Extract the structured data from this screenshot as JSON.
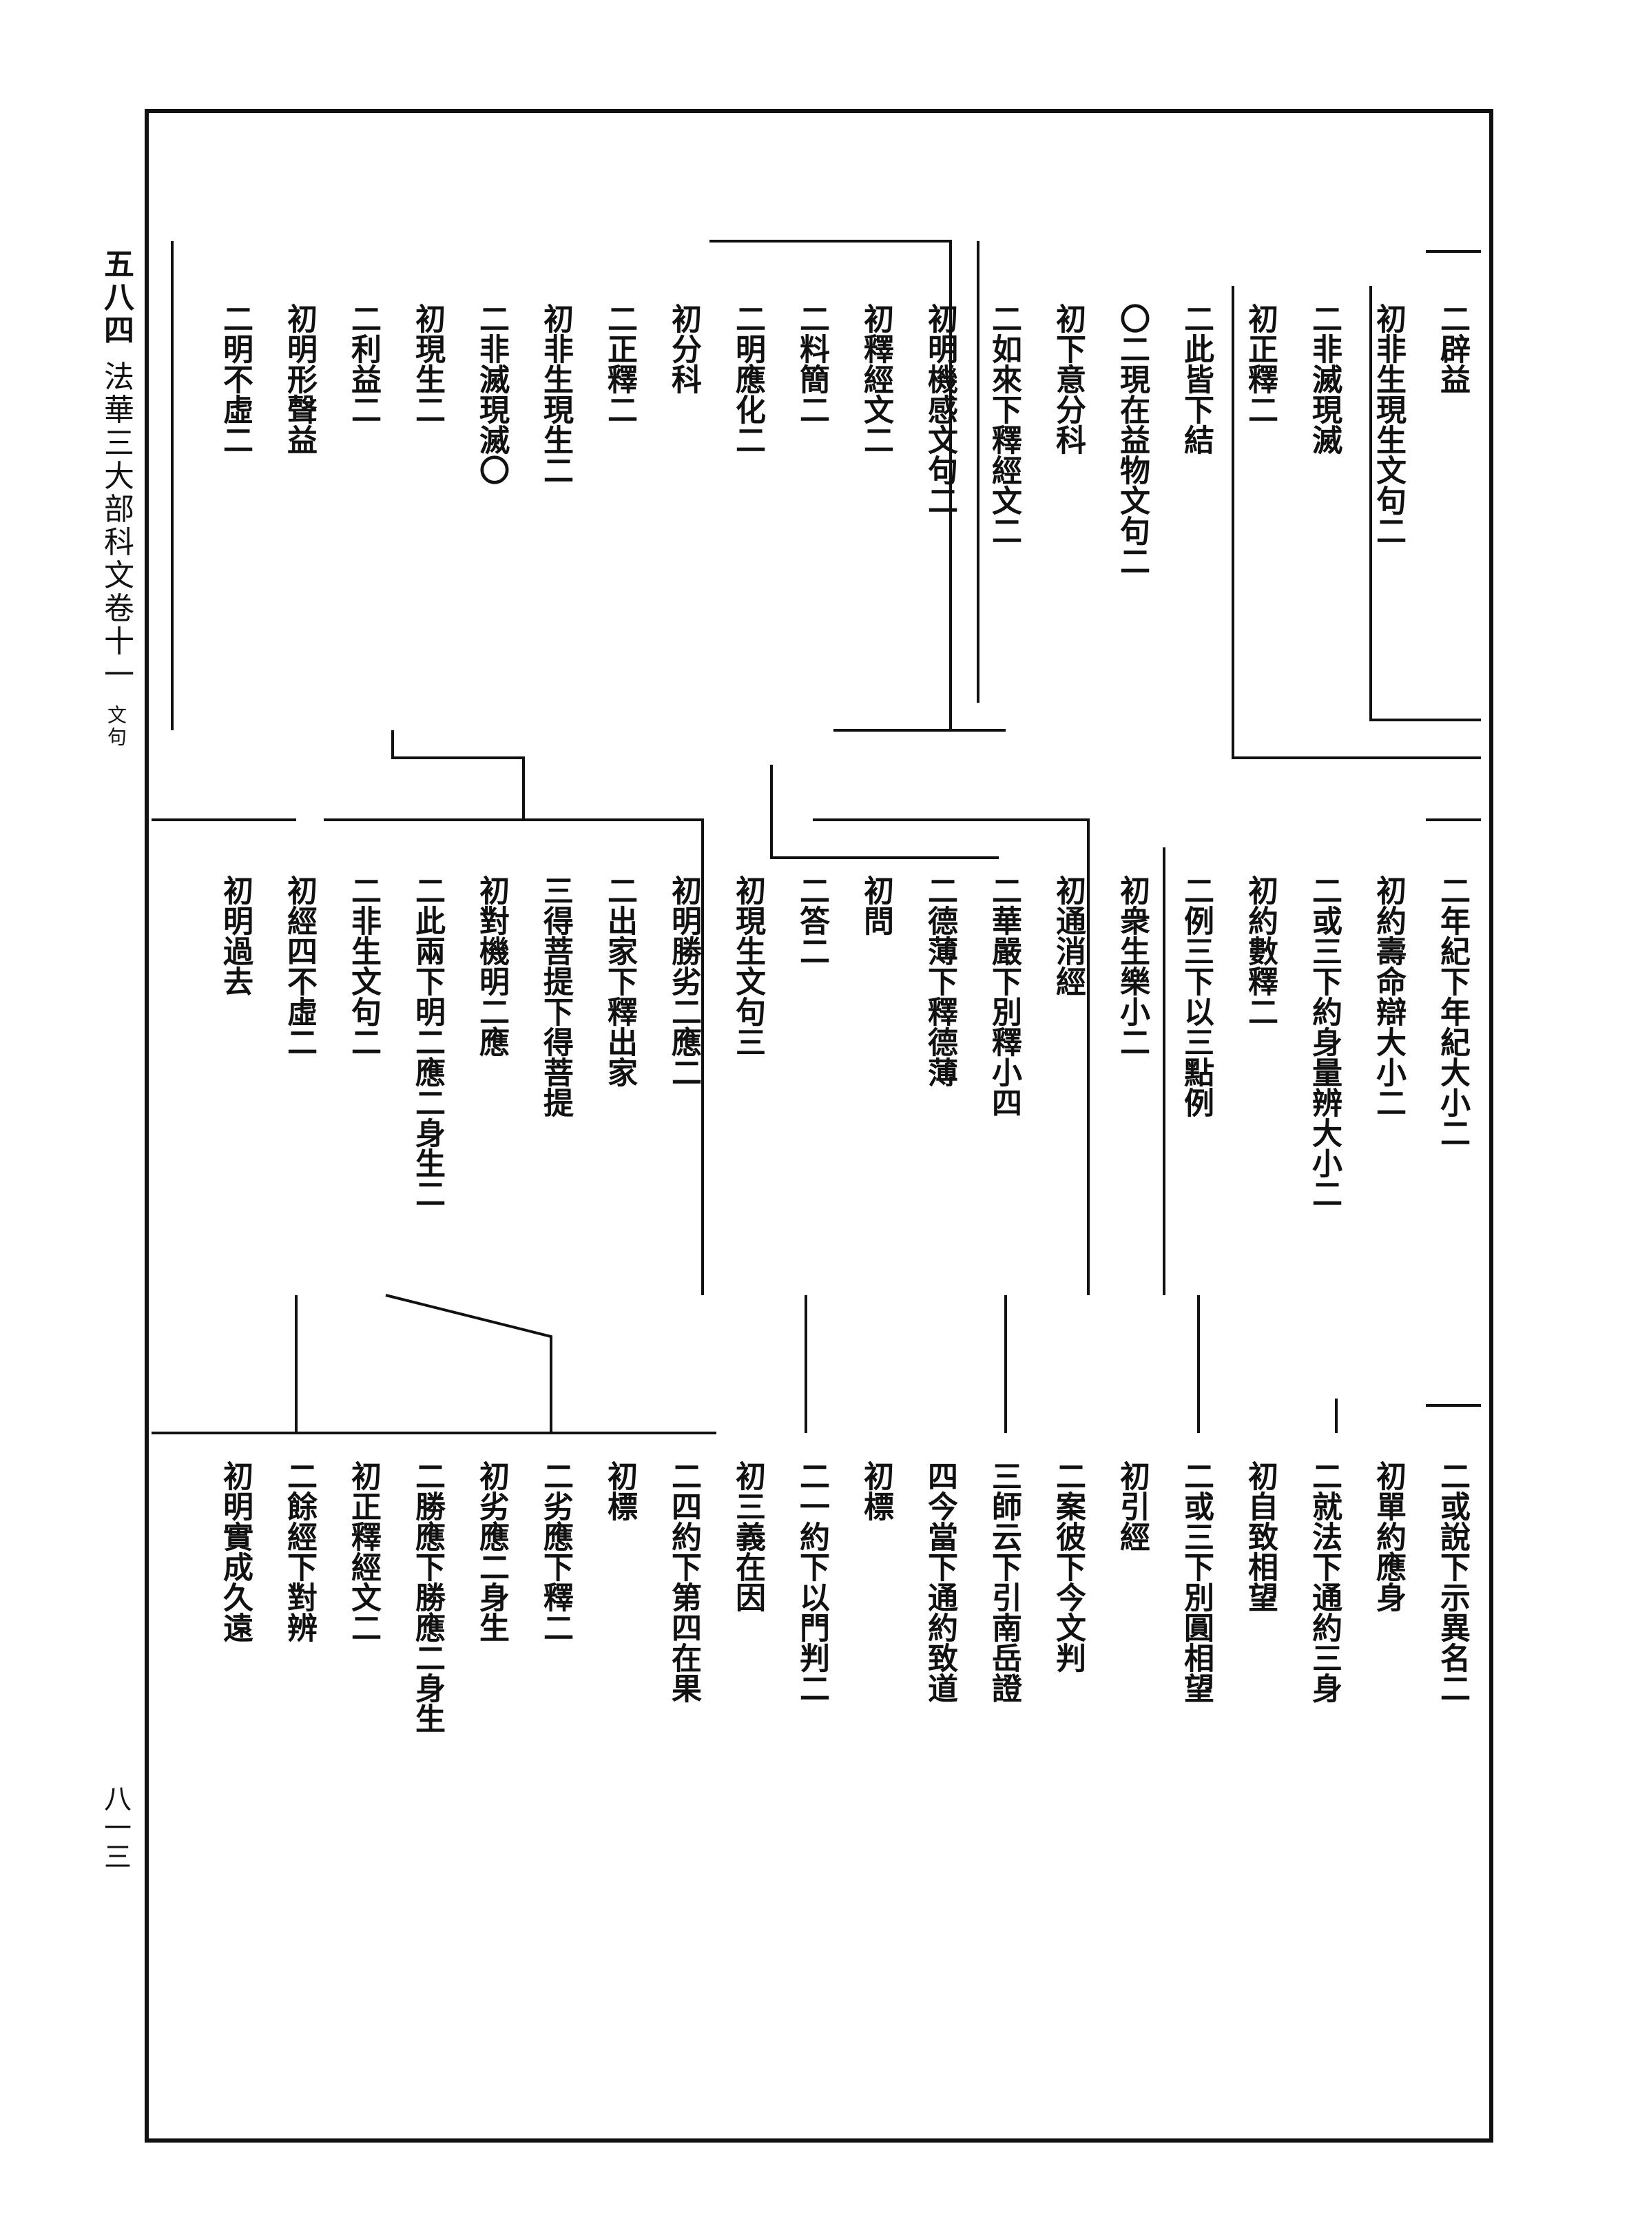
{
  "header": {
    "volume_page": "五八四",
    "book_title": "法華三大部科文卷十一",
    "section_label": "文句"
  },
  "footer": {
    "page_number": "八一三"
  },
  "rows": [
    {
      "entries": [
        {
          "lines": [
            "二辟益"
          ]
        },
        {
          "lines": [
            "初非生現生文句二"
          ]
        },
        {
          "lines": [
            "二非滅現滅"
          ]
        },
        {
          "lines": [
            "初正釋二"
          ]
        },
        {
          "lines": [
            "二此皆下結"
          ]
        },
        {
          "lines": [
            "〇二現在益物文句二"
          ]
        },
        {
          "lines": [
            "初下意分科"
          ]
        },
        {
          "lines": [
            "二如來下釋經文二"
          ]
        },
        {
          "lines": [
            "初明機感文句二"
          ]
        },
        {
          "lines": [
            "初釋經文二"
          ]
        },
        {
          "lines": [
            "二料簡二"
          ]
        },
        {
          "lines": [
            "二明應化二"
          ]
        },
        {
          "lines": [
            "初分科"
          ]
        },
        {
          "lines": [
            "二正釋二"
          ]
        },
        {
          "lines": [
            "初非生現生二"
          ]
        },
        {
          "lines": [
            "二非滅現滅〇"
          ]
        },
        {
          "lines": [
            "初現生二"
          ]
        },
        {
          "lines": [
            "二利益二"
          ]
        },
        {
          "lines": [
            "初明形聲益"
          ]
        },
        {
          "lines": [
            "二明不虛二"
          ]
        }
      ]
    },
    {
      "entries": [
        {
          "lines": [
            "二年紀下年紀大小二"
          ]
        },
        {
          "lines": [
            "初約壽命辯大小二"
          ]
        },
        {
          "lines": [
            "二或三下約身量辨大小二"
          ]
        },
        {
          "lines": [
            "初約數釋二"
          ]
        },
        {
          "lines": [
            "二例三下以三點例"
          ]
        },
        {
          "lines": [
            "初衆生樂小二"
          ]
        },
        {
          "lines": [
            "初通消經"
          ]
        },
        {
          "lines": [
            "二華嚴下別釋小四"
          ]
        },
        {
          "lines": [
            "二德薄下釋德薄"
          ]
        },
        {
          "lines": [
            "初問"
          ]
        },
        {
          "lines": [
            "二答二"
          ]
        },
        {
          "lines": [
            "初現生文句三"
          ]
        },
        {
          "lines": [
            "初明勝劣二應二"
          ]
        },
        {
          "lines": [
            "二出家下釋出家"
          ]
        },
        {
          "lines": [
            "三得菩提下得菩提"
          ]
        },
        {
          "lines": [
            "初對機明二應"
          ]
        },
        {
          "lines": [
            "二此兩下明二應二身生二"
          ]
        },
        {
          "lines": [
            "二非生文句二"
          ]
        },
        {
          "lines": [
            "初經四不虛二"
          ]
        },
        {
          "lines": [
            "初明過去"
          ]
        }
      ]
    },
    {
      "entries": [
        {
          "lines": [
            "二或說下示異名二"
          ]
        },
        {
          "lines": [
            "初單約應身"
          ]
        },
        {
          "lines": [
            "二就法下通約三身"
          ]
        },
        {
          "lines": [
            "初自致相望"
          ]
        },
        {
          "lines": [
            "二或三下別圓相望"
          ]
        },
        {
          "lines": [
            "初引經"
          ]
        },
        {
          "lines": [
            "二案彼下今文判"
          ]
        },
        {
          "lines": [
            "三師云下引南岳證"
          ]
        },
        {
          "lines": [
            "四今當下通約致道"
          ]
        },
        {
          "lines": [
            "初標"
          ]
        },
        {
          "lines": [
            "二一約下以門判二"
          ]
        },
        {
          "lines": [
            "初三義在因"
          ]
        },
        {
          "lines": [
            "二四約下第四在果"
          ]
        },
        {
          "lines": [
            "初標"
          ]
        },
        {
          "lines": [
            "二劣應下釋二"
          ]
        },
        {
          "lines": [
            "初劣應二身生"
          ]
        },
        {
          "lines": [
            "二勝應下勝應二身生"
          ]
        },
        {
          "lines": [
            "初正釋經文二"
          ]
        },
        {
          "lines": [
            "二餘經下對辨"
          ]
        },
        {
          "lines": [
            "初明實成久遠"
          ]
        }
      ]
    }
  ]
}
